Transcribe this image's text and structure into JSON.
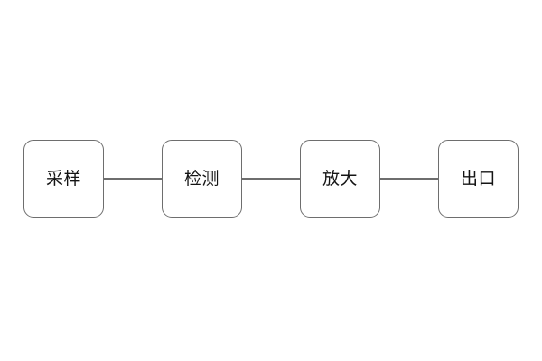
{
  "diagram": {
    "type": "horizontal-flowchart",
    "background_color": "#ffffff",
    "node_border_color": "#6e6e6e",
    "node_fill_color": "#ffffff",
    "connector_color": "#6e6e6e",
    "label_color": "#141414",
    "nodes": [
      {
        "id": "sampling",
        "label": "采样"
      },
      {
        "id": "detection",
        "label": "检测"
      },
      {
        "id": "amplification",
        "label": "放大"
      },
      {
        "id": "output",
        "label": "出口"
      }
    ],
    "connectors": [
      {
        "from": "sampling",
        "to": "detection",
        "style": "line",
        "arrow": false
      },
      {
        "from": "detection",
        "to": "amplification",
        "style": "line",
        "arrow": false
      },
      {
        "from": "amplification",
        "to": "output",
        "style": "line",
        "arrow": false
      }
    ]
  }
}
